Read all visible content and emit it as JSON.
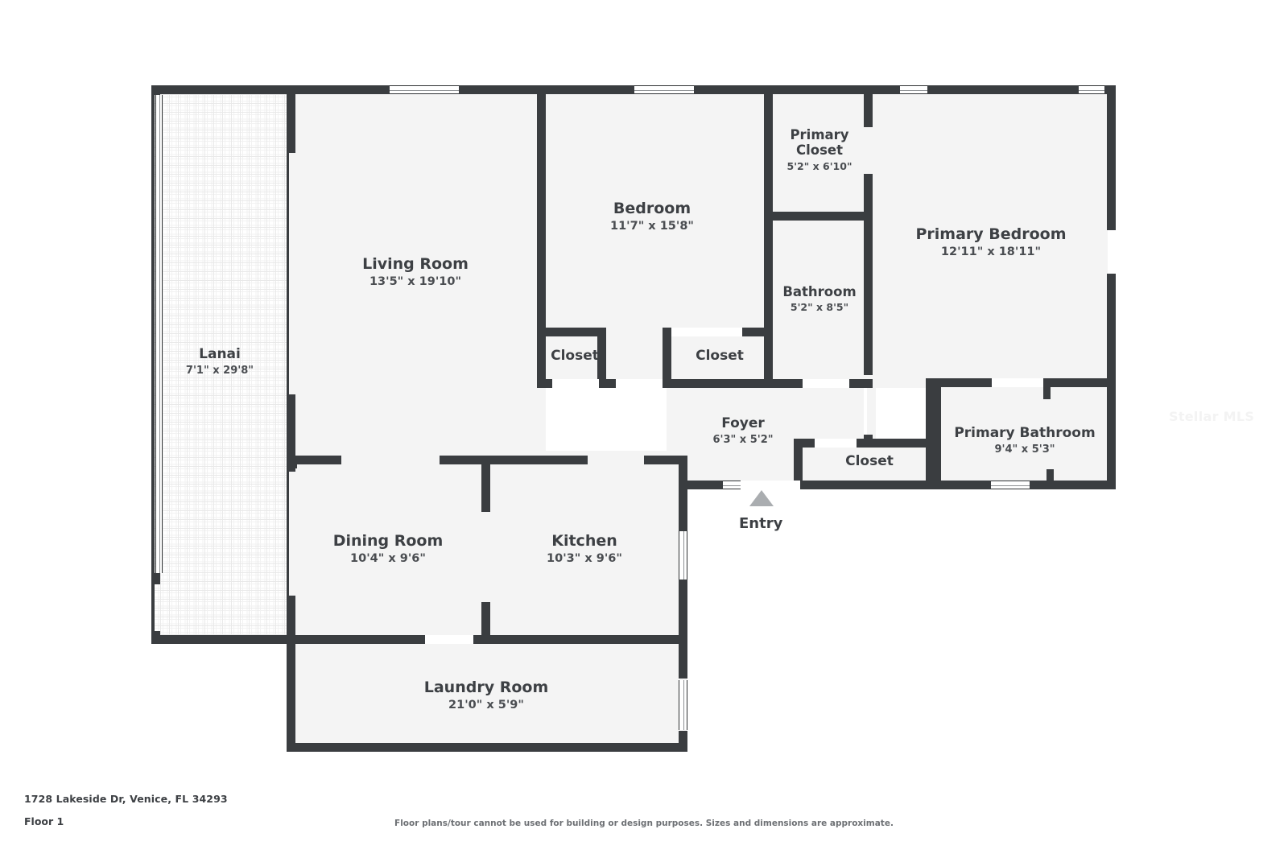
{
  "document": {
    "address": "1728 Lakeside Dr, Venice, FL 34293",
    "floor_label": "Floor 1",
    "disclaimer": "Floor plans/tour cannot be used for building or design purposes. Sizes and dimensions are approximate.",
    "watermark": "Stellar MLS"
  },
  "colors": {
    "wall": "#3a3d40",
    "room_fill": "#f4f4f4",
    "page_background": "#ffffff",
    "text": "#3d4044",
    "entry_marker": "#aaadb0",
    "watermark": "#f3f3f3"
  },
  "entry": {
    "label": "Entry",
    "marker": "entry-arrow-icon"
  },
  "rooms": [
    {
      "id": "lanai",
      "name": "Lanai",
      "dimensions": "7'1\" x 29'8\""
    },
    {
      "id": "living_room",
      "name": "Living Room",
      "dimensions": "13'5\" x 19'10\""
    },
    {
      "id": "bedroom",
      "name": "Bedroom",
      "dimensions": "11'7\" x 15'8\""
    },
    {
      "id": "primary_closet",
      "name": "Primary Closet",
      "name_line1": "Primary",
      "name_line2": "Closet",
      "dimensions": "5'2\" x 6'10\""
    },
    {
      "id": "bathroom",
      "name": "Bathroom",
      "dimensions": "5'2\" x 8'5\""
    },
    {
      "id": "primary_bedroom",
      "name": "Primary Bedroom",
      "dimensions": "12'11\" x 18'11\""
    },
    {
      "id": "primary_bathroom",
      "name": "Primary Bathroom",
      "dimensions": "9'4\" x 5'3\""
    },
    {
      "id": "closet_bedroom_left",
      "name": "Closet",
      "dimensions": ""
    },
    {
      "id": "closet_bedroom_right",
      "name": "Closet",
      "dimensions": ""
    },
    {
      "id": "closet_foyer",
      "name": "Closet",
      "dimensions": ""
    },
    {
      "id": "foyer",
      "name": "Foyer",
      "dimensions": "6'3\" x 5'2\""
    },
    {
      "id": "dining_room",
      "name": "Dining Room",
      "dimensions": "10'4\" x 9'6\""
    },
    {
      "id": "kitchen",
      "name": "Kitchen",
      "dimensions": "10'3\" x 9'6\""
    },
    {
      "id": "laundry_room",
      "name": "Laundry Room",
      "dimensions": "21'0\" x 5'9\""
    }
  ]
}
